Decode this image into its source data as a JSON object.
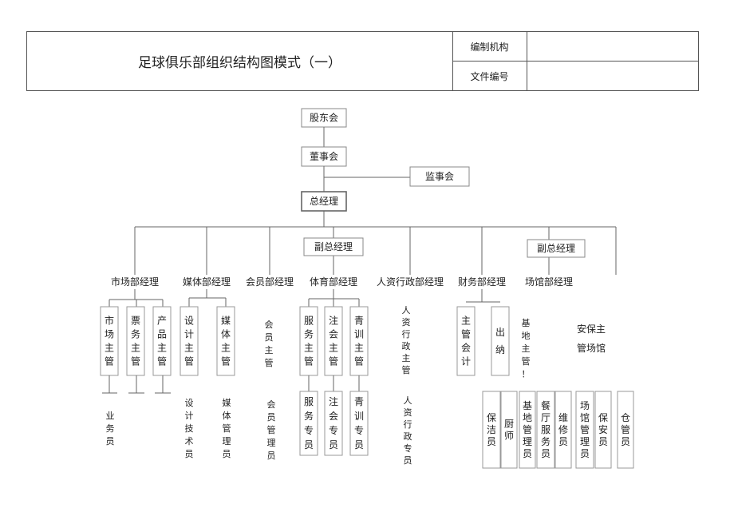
{
  "header": {
    "title": "足球俱乐部组织结构图模式（一）",
    "org_label": "编制机构",
    "doc_label": "文件编号",
    "org_value": "",
    "doc_value": ""
  },
  "chart": {
    "shareholders": "股东会",
    "board": "董事会",
    "supervisors": "监事会",
    "gm": "总经理",
    "deputy_gm_1": "副总经理",
    "deputy_gm_2": "副总经理",
    "departments": [
      "市场部经理",
      "媒体部经理",
      "会员部经理",
      "体育部经理",
      "人资行政部经理",
      "财务部经理",
      "场馆部经理"
    ],
    "market_sup": [
      "市场主管",
      "票务主管",
      "产品主管"
    ],
    "market_staff": "业务员",
    "media_sup": [
      "设计主管",
      "媒体主管"
    ],
    "media_staff": [
      "设计技术员",
      "媒体管理员"
    ],
    "member_sup": "会员主管",
    "member_staff": "会员管理员",
    "sports_sup": [
      "服务主管",
      "注会主管",
      "青训主管"
    ],
    "sports_staff": [
      "服务专员",
      "注会专员",
      "青训专员"
    ],
    "hr_sup": "人资行政主管",
    "hr_staff": "人资行政专员",
    "finance_sup": [
      "主管会计",
      "出纳"
    ],
    "venue_sup": "基地主管！",
    "venue_sup2": [
      "安保主",
      "管场馆"
    ],
    "venue_staff": [
      "保洁员",
      "厨师",
      "基地管理员",
      "餐厅服务员",
      "维修员",
      "场馆管理员",
      "保安员",
      "仓管员"
    ]
  }
}
